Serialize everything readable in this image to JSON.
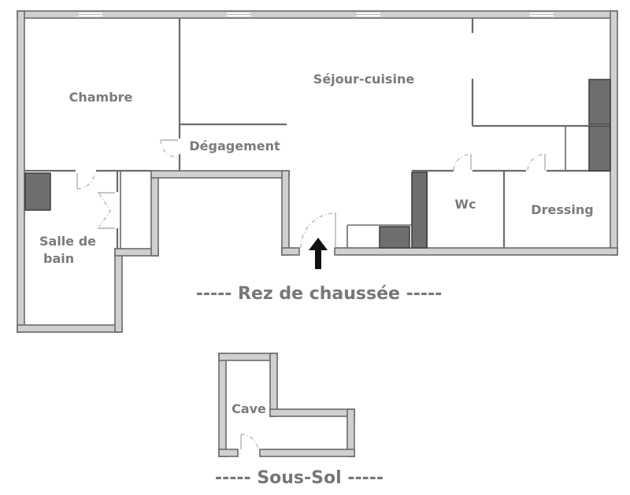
{
  "rooms": {
    "chambre": "Chambre",
    "sejour": "Séjour-cuisine",
    "degagement": "Dégagement",
    "salle_de_bain_line1": "Salle de",
    "salle_de_bain_line2": "bain",
    "wc": "Wc",
    "dressing": "Dressing",
    "cave": "Cave"
  },
  "levels": {
    "ground": "----- Rez de chaussée -----",
    "basement": "----- Sous-Sol -----"
  },
  "colors": {
    "wall_fill": "#d0d0d0",
    "wall_outline": "#6b6b6b",
    "unit_fill": "#6e6e6e",
    "label_text": "#7b7b7b"
  },
  "icons": {
    "entrance": "entrance-arrow-icon"
  }
}
